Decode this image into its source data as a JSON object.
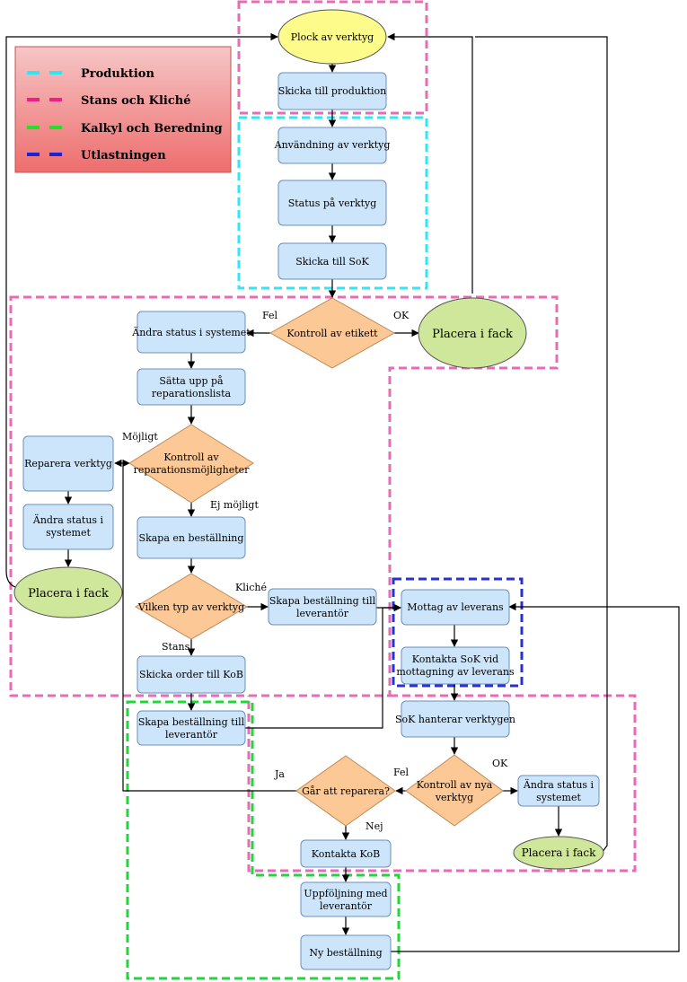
{
  "legend": [
    {
      "label": "Produktion",
      "color": "#33e4f4"
    },
    {
      "label": "Stans och Kliché",
      "color": "#f0208a"
    },
    {
      "label": "Kalkyl och Beredning",
      "color": "#22e02a"
    },
    {
      "label": "Utlastningen",
      "color": "#1a24d6"
    }
  ],
  "colors": {
    "produktion_border": "#33e4f4",
    "stans_border": "#e86bb5",
    "kalkyl_border": "#22d63a",
    "utlastning_border": "#2a33c8",
    "process_fill": "#cde5fa",
    "decision_fill": "#fcc896",
    "start_fill": "#fdfb8a",
    "end_fill": "#cfe79a",
    "legend_bg": "#f08a8a"
  },
  "nodes": {
    "plock": "Plock av verktyg",
    "skicka_prod": "Skicka till produktion",
    "anvandning": "Användning av verktyg",
    "status_verktyg": "Status på verktyg",
    "skicka_sok": "Skicka till SoK",
    "kontroll_etikett": "Kontroll av etikett",
    "placera_fack_1": "Placera i fack",
    "andra_status_1": "Ändra status i systemet",
    "satta_upp": [
      "Sätta upp på",
      "reparationslista"
    ],
    "kontroll_rep": [
      "Kontroll av",
      "reparationsmöjligheter"
    ],
    "reparera": "Reparera verktyg",
    "andra_status_2": [
      "Ändra status i",
      "systemet"
    ],
    "placera_fack_2": "Placera i fack",
    "skapa_bestallning": "Skapa en beställning",
    "vilken_typ": "Vilken typ av verktyg",
    "skapa_lev_1": [
      "Skapa beställning till",
      "leverantör"
    ],
    "skicka_kob": "Skicka order till KoB",
    "skapa_lev_2": [
      "Skapa beställning till",
      "leverantör"
    ],
    "mottag": "Mottag av leverans",
    "kontakta_sok": [
      "Kontakta SoK vid",
      "mottagning av leverans"
    ],
    "sok_hanterar": "SoK hanterar verktygen",
    "kontroll_nya": [
      "Kontroll av nya",
      "verktyg"
    ],
    "andra_status_3": [
      "Ändra status i",
      "systemet"
    ],
    "placera_fack_3": "Placera i fack",
    "gar_reparera": "Går att reparera?",
    "kontakta_kob": "Kontakta KoB",
    "uppfoljning": [
      "Uppföljning med",
      "leverantör"
    ],
    "ny_bestallning": "Ny beställning"
  },
  "edge_labels": {
    "fel_1": "Fel",
    "ok_1": "OK",
    "mojligt": "Möjligt",
    "ej_mojligt": "Ej möjligt",
    "kliche": "Kliché",
    "stans": "Stans",
    "fel_2": "Fel",
    "ok_2": "OK",
    "ja": "Ja",
    "nej": "Nej"
  }
}
